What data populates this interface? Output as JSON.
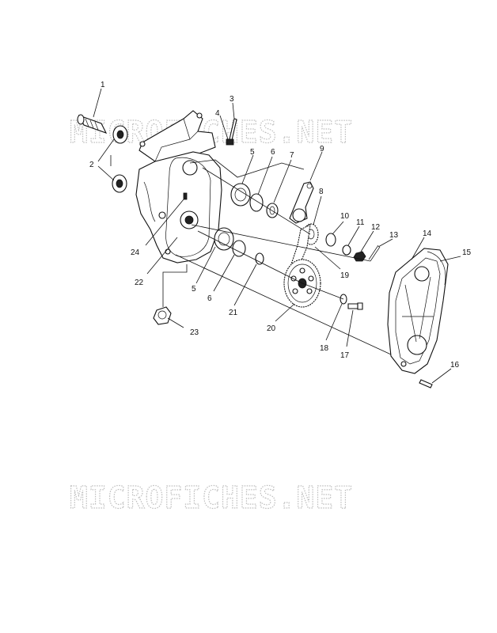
{
  "watermark_text": "MICROFICHES.NET",
  "callouts": [
    {
      "id": "c1",
      "text": "1"
    },
    {
      "id": "c2",
      "text": "2"
    },
    {
      "id": "c3",
      "text": "3"
    },
    {
      "id": "c4",
      "text": "4"
    },
    {
      "id": "c5a",
      "text": "5"
    },
    {
      "id": "c6a",
      "text": "6"
    },
    {
      "id": "c7",
      "text": "7"
    },
    {
      "id": "c8",
      "text": "8"
    },
    {
      "id": "c9",
      "text": "9"
    },
    {
      "id": "c10",
      "text": "10"
    },
    {
      "id": "c11",
      "text": "11"
    },
    {
      "id": "c12",
      "text": "12"
    },
    {
      "id": "c13",
      "text": "13"
    },
    {
      "id": "c14",
      "text": "14"
    },
    {
      "id": "c15",
      "text": "15"
    },
    {
      "id": "c16",
      "text": "16"
    },
    {
      "id": "c17",
      "text": "17"
    },
    {
      "id": "c18",
      "text": "18"
    },
    {
      "id": "c19",
      "text": "19"
    },
    {
      "id": "c20",
      "text": "20"
    },
    {
      "id": "c21",
      "text": "21"
    },
    {
      "id": "c22",
      "text": "22"
    },
    {
      "id": "c23",
      "text": "23"
    },
    {
      "id": "c24",
      "text": "24"
    },
    {
      "id": "c5b",
      "text": "5"
    },
    {
      "id": "c6b",
      "text": "6"
    }
  ]
}
